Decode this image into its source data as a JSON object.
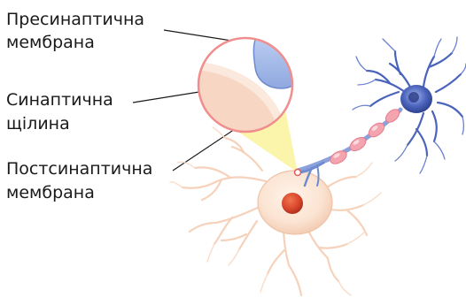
{
  "labels": {
    "presynaptic": [
      "Пресинаптична",
      "мембрана"
    ],
    "cleft": [
      "Синаптична",
      "щілина"
    ],
    "postsynaptic": [
      "Постсинаптична",
      "мембрана"
    ]
  },
  "colors": {
    "presynaptic_membrane": "#7f9ad6",
    "presynaptic_inner": "#b9cdf3",
    "postsynaptic_membrane": "#f6d3c1",
    "cleft": "#fbe9de",
    "magnifier_ring": "#f08d8d",
    "zoom_cone": "#fbf3a6",
    "neuron_blue": "#3e57b0",
    "neuron_blue_light": "#8aa1dc",
    "soma_peach": "#fbe3d1",
    "nucleus": "#d8472c",
    "myelin": "#f3a4ae"
  }
}
